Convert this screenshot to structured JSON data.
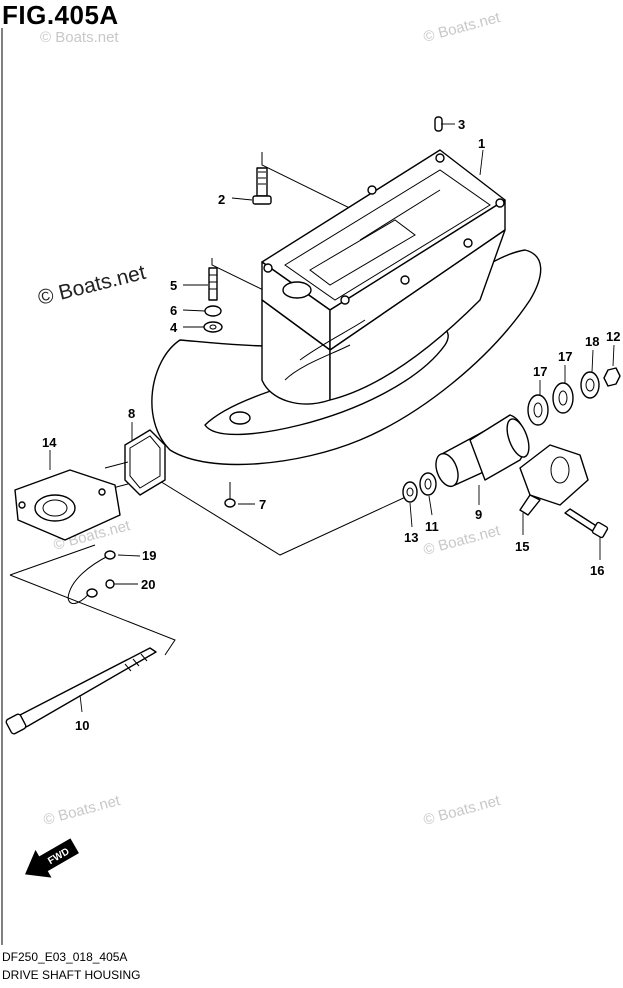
{
  "figure": {
    "title": "FIG.405A",
    "code": "DF250_E03_018_405A",
    "caption": "DRIVE SHAFT HOUSING"
  },
  "watermark": "© Boats.net",
  "fwd_label": "FWD",
  "callouts": [
    "1",
    "2",
    "3",
    "4",
    "5",
    "6",
    "7",
    "8",
    "9",
    "10",
    "11",
    "12",
    "13",
    "14",
    "15",
    "16",
    "17",
    "17",
    "18",
    "19",
    "20"
  ],
  "colors": {
    "line": "#000000",
    "watermark": "#c8c8c8",
    "background": "#ffffff"
  }
}
